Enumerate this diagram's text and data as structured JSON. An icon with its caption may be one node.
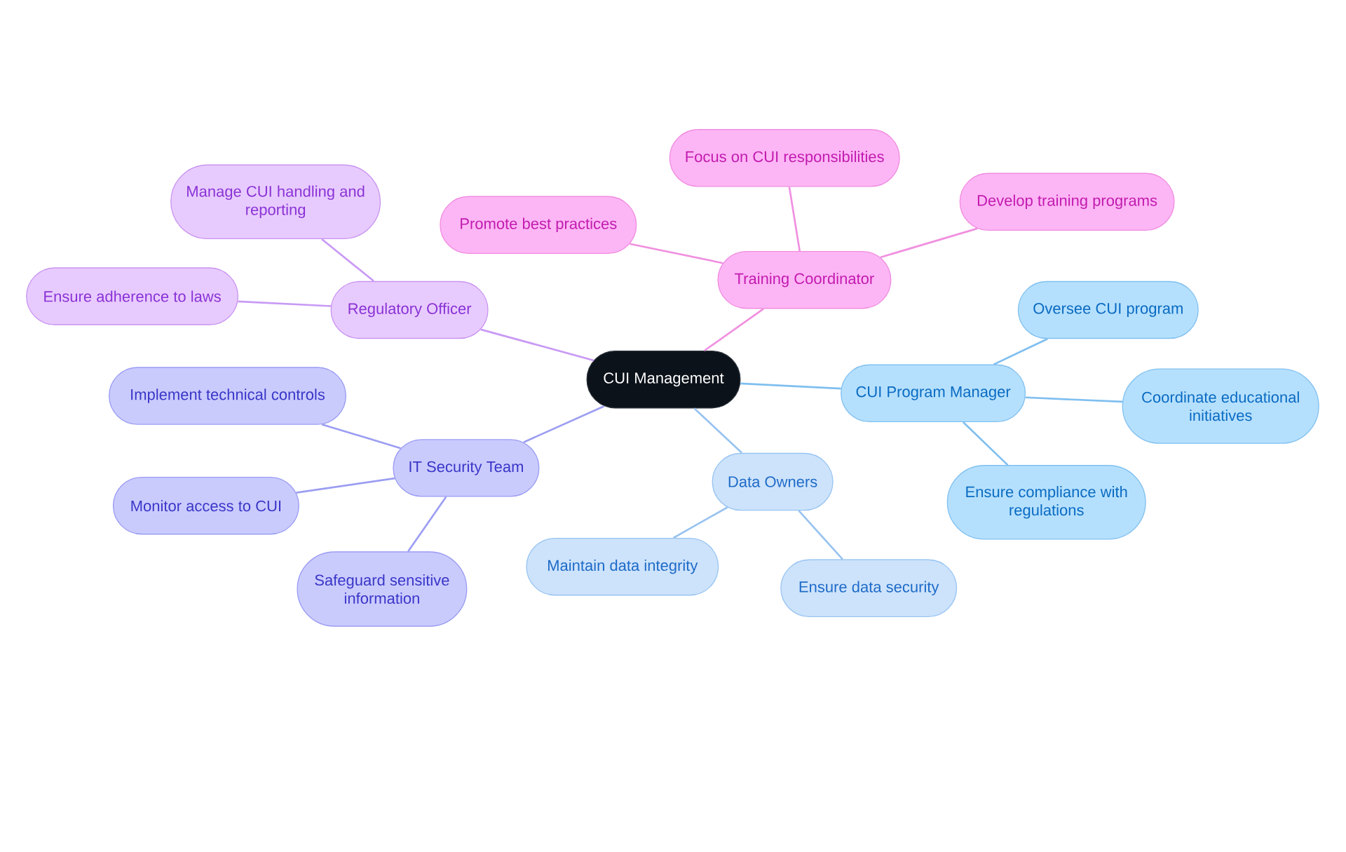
{
  "diagram": {
    "nodes": [
      {
        "text": [
          "CUI Management"
        ]
      },
      {
        "text": [
          "Regulatory Officer"
        ]
      },
      {
        "text": [
          "Manage CUI handling and reporting"
        ]
      },
      {
        "text": [
          "Ensure adherence to laws"
        ]
      },
      {
        "text": [
          "Training Coordinator"
        ]
      },
      {
        "text": [
          "Promote best practices"
        ]
      },
      {
        "text": [
          "Focus on CUI responsibilities"
        ]
      },
      {
        "text": [
          "Develop training programs"
        ]
      },
      {
        "text": [
          "CUI Program Manager"
        ]
      },
      {
        "text": [
          "Oversee CUI program"
        ]
      },
      {
        "text": [
          "Coordinate educational initiatives"
        ]
      },
      {
        "text": [
          "Ensure compliance with regulations"
        ]
      },
      {
        "text": [
          "Data Owners"
        ]
      },
      {
        "text": [
          "Maintain data integrity"
        ]
      },
      {
        "text": [
          "Ensure data security"
        ]
      },
      {
        "text": [
          "IT Security Team"
        ]
      },
      {
        "text": [
          "Implement technical controls"
        ]
      },
      {
        "text": [
          "Monitor access to CUI"
        ]
      },
      {
        "text": [
          "Safeguard sensitive information"
        ]
      }
    ],
    "edges": [
      {
        "from": 0,
        "to": 1,
        "arrow": "none",
        "color": "#c99af5"
      },
      {
        "from": 1,
        "to": 2,
        "arrow": "none",
        "color": "#c99af5"
      },
      {
        "from": 1,
        "to": 3,
        "arrow": "none",
        "color": "#c99af5"
      },
      {
        "from": 0,
        "to": 4,
        "arrow": "none",
        "color": "#f090e0"
      },
      {
        "from": 4,
        "to": 5,
        "arrow": "none",
        "color": "#f090e0"
      },
      {
        "from": 4,
        "to": 6,
        "arrow": "none",
        "color": "#f090e0"
      },
      {
        "from": 4,
        "to": 7,
        "arrow": "none",
        "color": "#f090e0"
      },
      {
        "from": 0,
        "to": 8,
        "arrow": "none",
        "color": "#7fbff0"
      },
      {
        "from": 8,
        "to": 9,
        "arrow": "none",
        "color": "#7fbff0"
      },
      {
        "from": 8,
        "to": 10,
        "arrow": "none",
        "color": "#7fbff0"
      },
      {
        "from": 8,
        "to": 11,
        "arrow": "none",
        "color": "#7fbff0"
      },
      {
        "from": 0,
        "to": 12,
        "arrow": "none",
        "color": "#98c3f0"
      },
      {
        "from": 12,
        "to": 13,
        "arrow": "none",
        "color": "#98c3f0"
      },
      {
        "from": 12,
        "to": 14,
        "arrow": "none",
        "color": "#98c3f0"
      },
      {
        "from": 0,
        "to": 15,
        "arrow": "none",
        "color": "#9c9ef2"
      },
      {
        "from": 15,
        "to": 16,
        "arrow": "none",
        "color": "#9c9ef2"
      },
      {
        "from": 15,
        "to": 17,
        "arrow": "none",
        "color": "#9c9ef2"
      },
      {
        "from": 15,
        "to": 18,
        "arrow": "none",
        "color": "#9c9ef2"
      }
    ]
  }
}
